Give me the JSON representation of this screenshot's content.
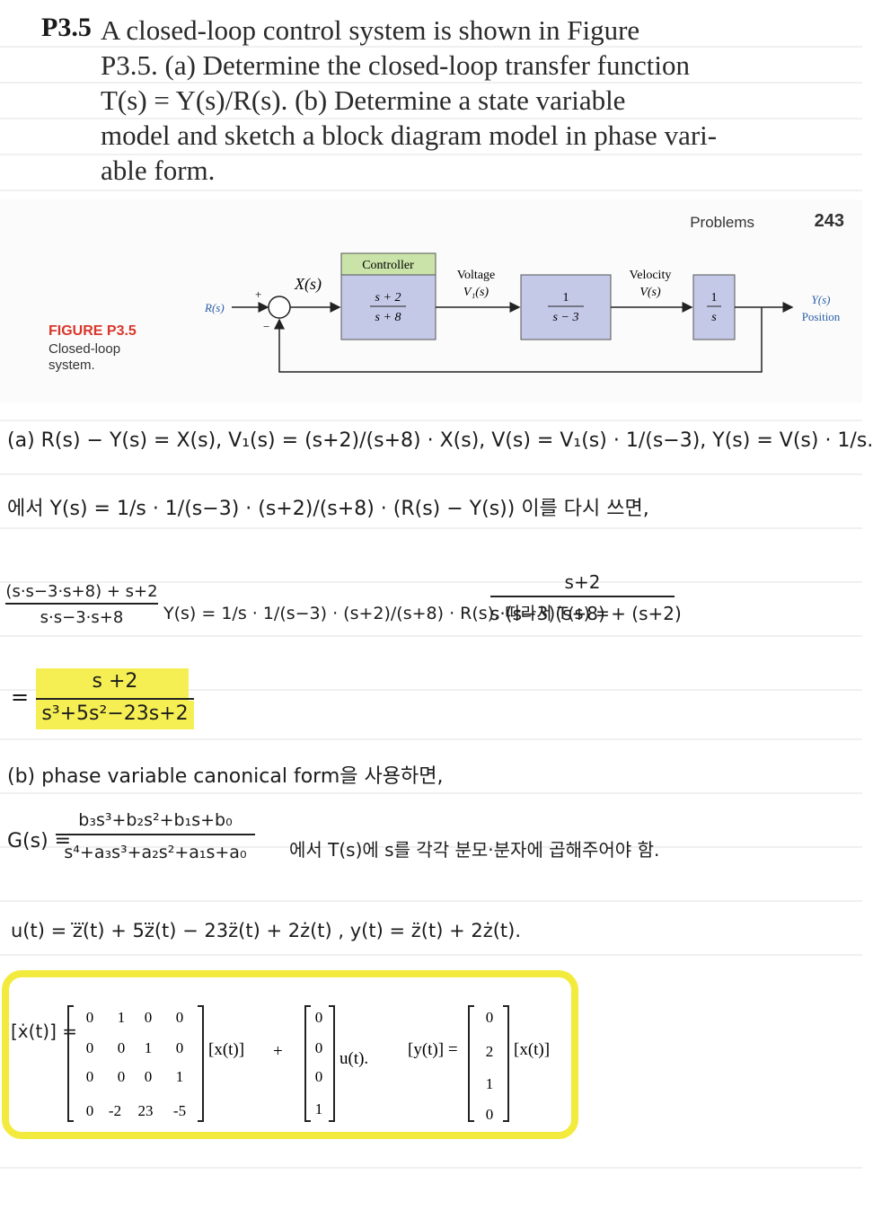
{
  "problem": {
    "number": "P3.5",
    "lines": [
      "A closed-loop control system is shown in Figure",
      "P3.5. (a) Determine the closed-loop transfer function",
      "T(s) = Y(s)/R(s). (b) Determine a state variable",
      "model and sketch a block diagram model in phase vari-",
      "able form."
    ]
  },
  "page_header": {
    "section": "Problems",
    "page": "243"
  },
  "figure": {
    "label": "FIGURE P3.5",
    "caption": "Closed-loop system.",
    "input": "R(s)",
    "plus": "+",
    "minus": "−",
    "error_note": "X(s)",
    "controller_title": "Controller",
    "controller_num": "s + 2",
    "controller_den": "s + 8",
    "voltage_label": "Voltage",
    "voltage_signal": "V₁(s)",
    "motor_num": "1",
    "motor_den": "s − 3",
    "velocity_label": "Velocity",
    "velocity_signal": "V(s)",
    "integrator_num": "1",
    "integrator_den": "s",
    "output_signal": "Y(s)",
    "output_label": "Position"
  },
  "notes": {
    "a_line1": "(a) R(s) − Y(s) = X(s),  V₁(s) = (s+2)/(s+8) · X(s),  V(s) = V₁(s) · 1/(s−3),  Y(s) = V(s) · 1/s.",
    "a_line2": "에서 Y(s) = 1/s · 1/(s−3) · (s+2)/(s+8) · (R(s) − Y(s))  이를 다시 쓰면,",
    "a_line3_left": "(s·s−3·s+8) + s+2",
    "a_line3_left_den": "s·s−3·s+8",
    "a_line3_mid": "Y(s) = 1/s · 1/(s−3) · (s+2)/(s+8) · R(s).  따라서 T(s) =",
    "a_line3_num": "s+2",
    "a_line3_den": "s·(s−3)(s+8) + (s+2)",
    "result_eq": "=",
    "result_num": "s +2",
    "result_den": "s³+5s²−23s+2",
    "b_line1": "(b) phase variable canonical form을 사용하면,",
    "b_G_num": "b₃s³+b₂s²+b₁s+b₀",
    "b_G_label": "G(s) =",
    "b_G_den": "s⁴+a₃s³+a₂s²+a₁s+a₀",
    "b_note": "에서 T(s)에 s를 각각 분모·분자에 곱해주어야 함.",
    "b_eq": "u(t) = z⃜(t) + 5z⃛(t) − 23z̈(t) + 2ż(t) ,  y(t) = z̈(t) + 2ż(t).",
    "matrix_lhs": "[ẋ(t)] =",
    "A": [
      [
        "0",
        "1",
        "0",
        "0"
      ],
      [
        "0",
        "0",
        "1",
        "0"
      ],
      [
        "0",
        "0",
        "0",
        "1"
      ],
      [
        "0",
        "-2",
        "23",
        "-5"
      ]
    ],
    "x_vec": "[x(t)]",
    "plus": "+",
    "B": [
      "0",
      "0",
      "0",
      "1"
    ],
    "u_term": "u(t).",
    "y_lhs": "[y(t)] =",
    "C": [
      "0",
      "2",
      "1",
      "0"
    ],
    "x_vec2": "[x(t)]"
  }
}
